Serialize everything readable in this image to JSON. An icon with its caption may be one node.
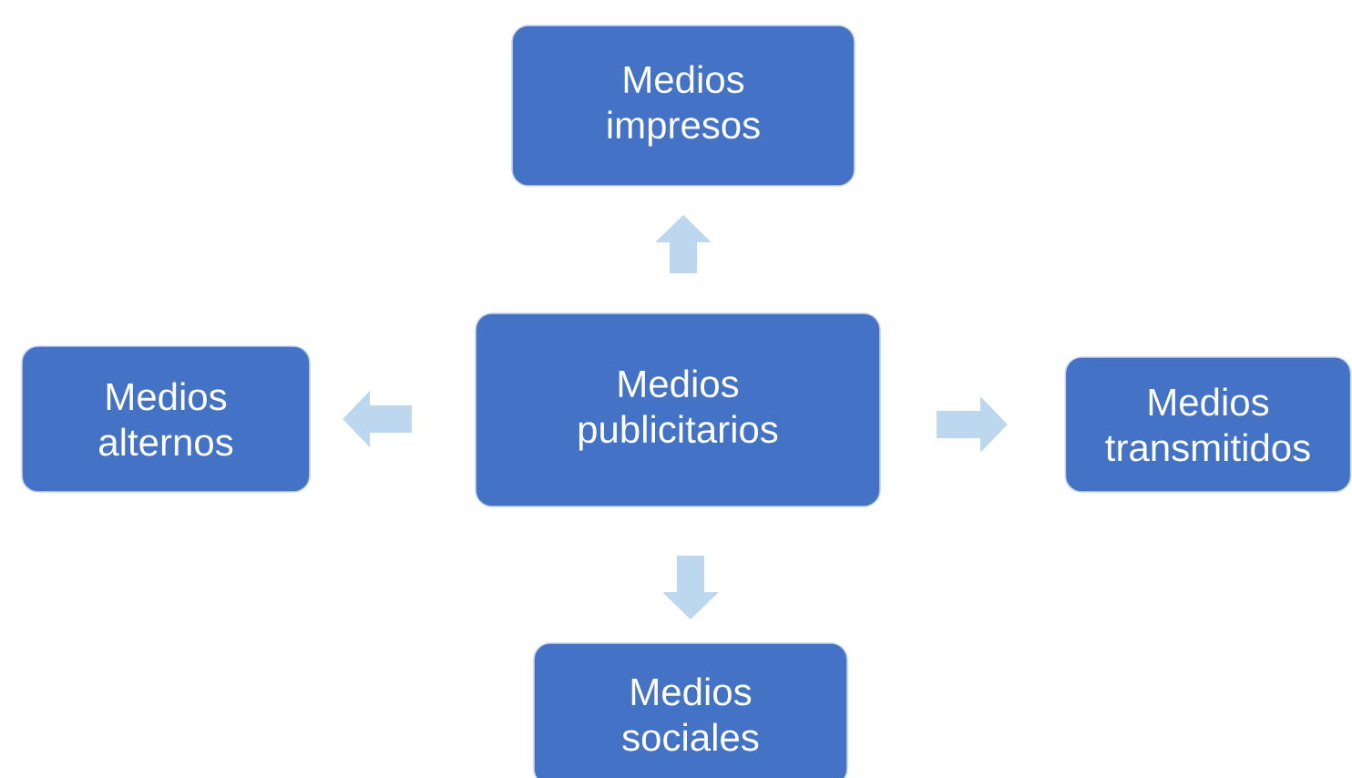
{
  "diagram": {
    "nodes": [
      {
        "text": [
          "Medios publicitarios"
        ]
      },
      {
        "text": [
          "Medios impresos"
        ]
      },
      {
        "text": [
          "Medios alternos"
        ]
      },
      {
        "text": [
          "Medios transmitidos"
        ]
      },
      {
        "text": [
          "Medios sociales"
        ]
      }
    ],
    "edges": [
      {
        "from": 0,
        "to": 1,
        "arrow": "to"
      },
      {
        "from": 0,
        "to": 2,
        "arrow": "to"
      },
      {
        "from": 0,
        "to": 3,
        "arrow": "to"
      },
      {
        "from": 0,
        "to": 4,
        "arrow": "to"
      }
    ]
  }
}
